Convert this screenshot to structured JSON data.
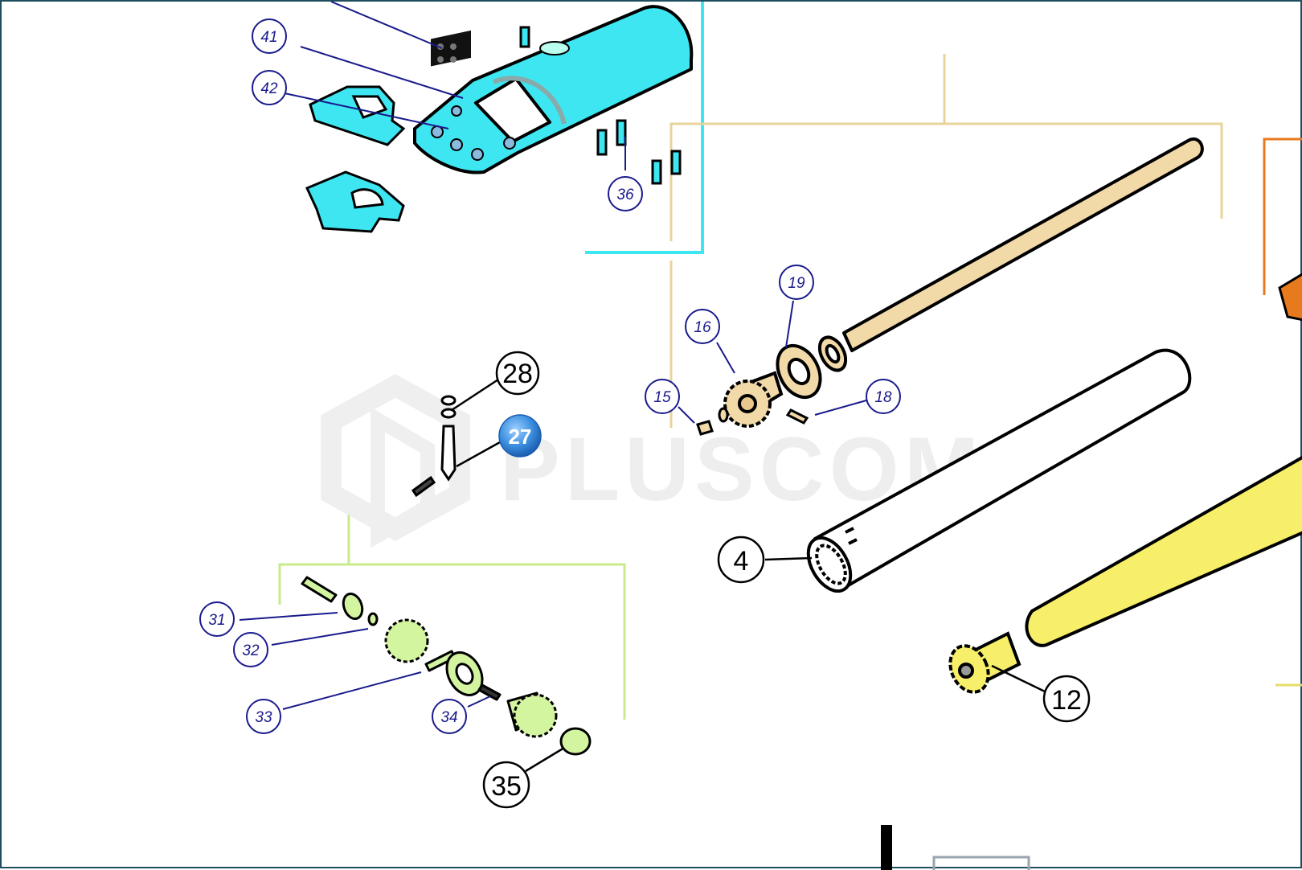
{
  "watermark": {
    "text": "PLUSCOM"
  },
  "callouts": [
    {
      "id": "41",
      "style": "small"
    },
    {
      "id": "42",
      "style": "small"
    },
    {
      "id": "36",
      "style": "small"
    },
    {
      "id": "16",
      "style": "small"
    },
    {
      "id": "19",
      "style": "small"
    },
    {
      "id": "15",
      "style": "small"
    },
    {
      "id": "18",
      "style": "small"
    },
    {
      "id": "28",
      "style": "large"
    },
    {
      "id": "27",
      "style": "highlight"
    },
    {
      "id": "4",
      "style": "large"
    },
    {
      "id": "12",
      "style": "large"
    },
    {
      "id": "31",
      "style": "small"
    },
    {
      "id": "32",
      "style": "small"
    },
    {
      "id": "33",
      "style": "small"
    },
    {
      "id": "34",
      "style": "small"
    },
    {
      "id": "35",
      "style": "large"
    }
  ],
  "colors": {
    "cyan_assembly": "#3ee6f2",
    "tan_parts": "#f2d9a8",
    "yellow_tube": "#f7ef6a",
    "green_parts": "#d4f5a0",
    "orange_bracket": "#e87a1e",
    "callout_ink": "#1a1a8c",
    "highlight_badge": "#3c8fe0"
  }
}
